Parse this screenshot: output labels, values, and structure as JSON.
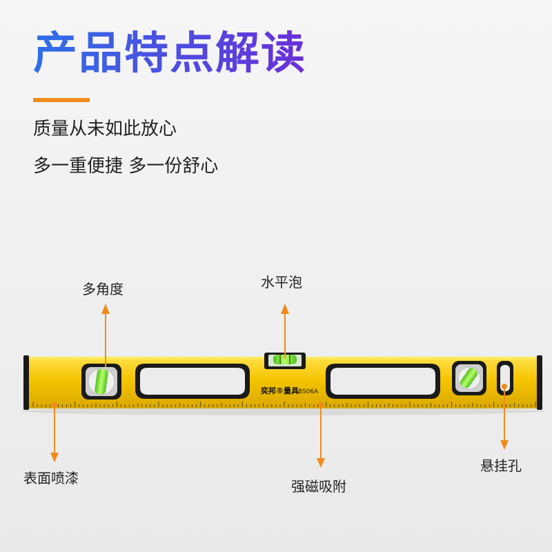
{
  "header": {
    "title": "产品特点解读",
    "subtitle_line1": "质量从未如此放心",
    "subtitle_line2": "多一重便捷 多一份舒心"
  },
  "callouts": {
    "multi_angle": "多角度",
    "level_bubble": "水平泡",
    "surface_spray": "表面喷漆",
    "strong_magnet": "强磁吸附",
    "hang_hole": "悬挂孔"
  },
  "product": {
    "brand_text": "奕邦®量具",
    "model_text": "BS06A"
  },
  "colors": {
    "title_gradient_start": "#2f6fe8",
    "title_gradient_end": "#6a2fd8",
    "accent_orange": "#f08b1a",
    "level_body_yellow": "#f5c400",
    "bubble_green": "#7ee03a",
    "frame_black": "#1a1a1a"
  }
}
